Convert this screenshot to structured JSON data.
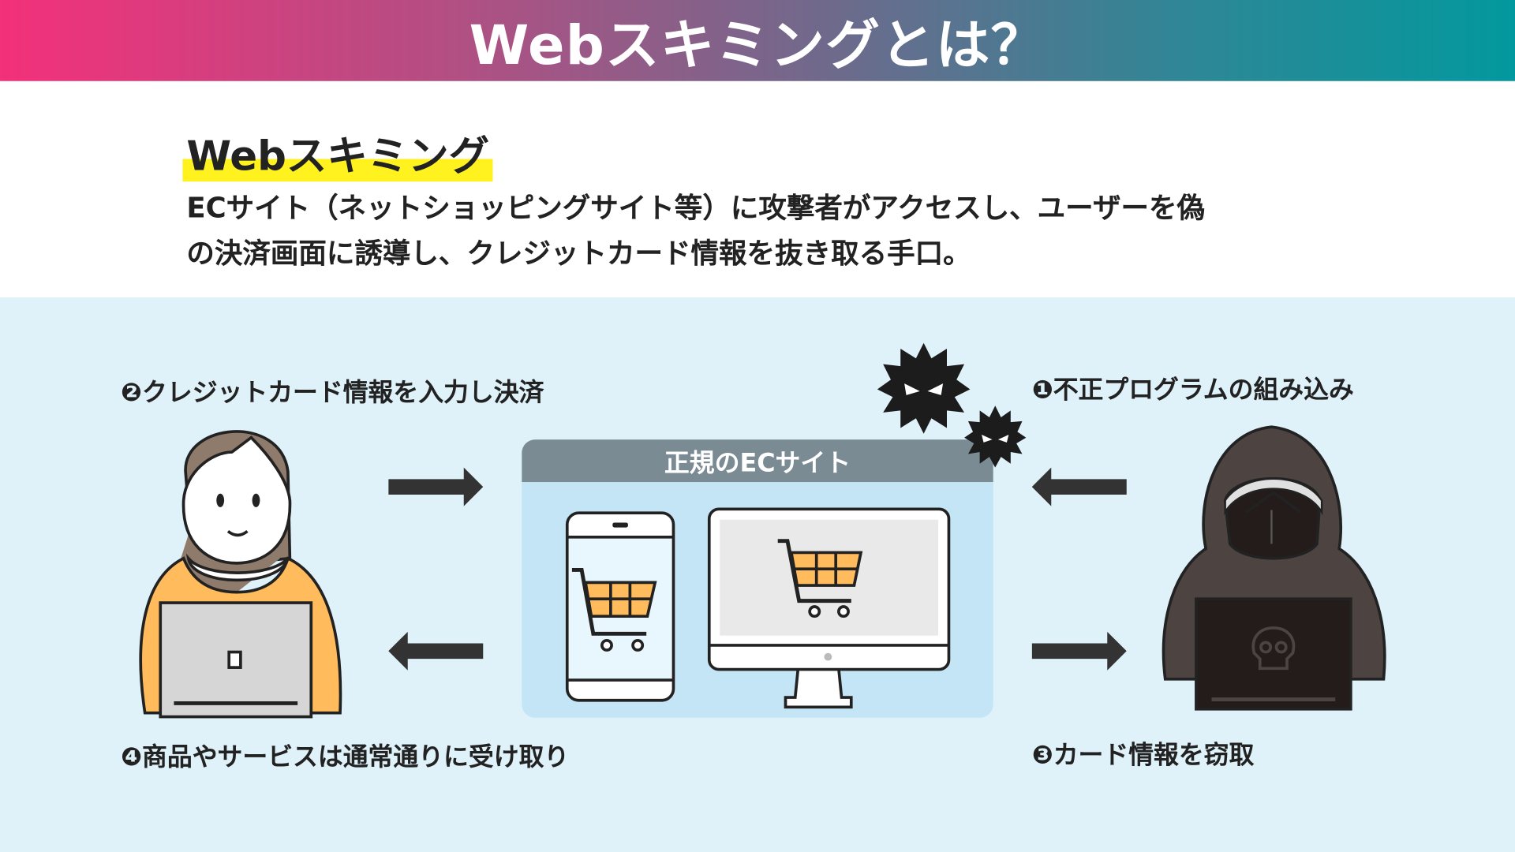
{
  "header": {
    "title": "Webスキミングとは？"
  },
  "intro": {
    "term": "Webスキミング",
    "description_lines": [
      "ECサイト（ネットショッピングサイト等）に攻撃者がアクセスし、ユーザーを偽",
      "の決済画面に誘導し、クレジットカード情報を抜き取る手口。"
    ]
  },
  "diagram": {
    "site_title": "正規のECサイト",
    "steps": {
      "step1": "❶不正プログラムの組み込み",
      "step2": "❷クレジットカード情報を入力し決済",
      "step3": "❸カード情報を窃取",
      "step4": "❹商品やサービスは通常通りに受け取り"
    }
  },
  "colors": {
    "gradient_start": "#f3307a",
    "gradient_end": "#02999d",
    "highlight": "#fff21f",
    "background": "#dff1f9",
    "cart": "#ffbb5c"
  }
}
